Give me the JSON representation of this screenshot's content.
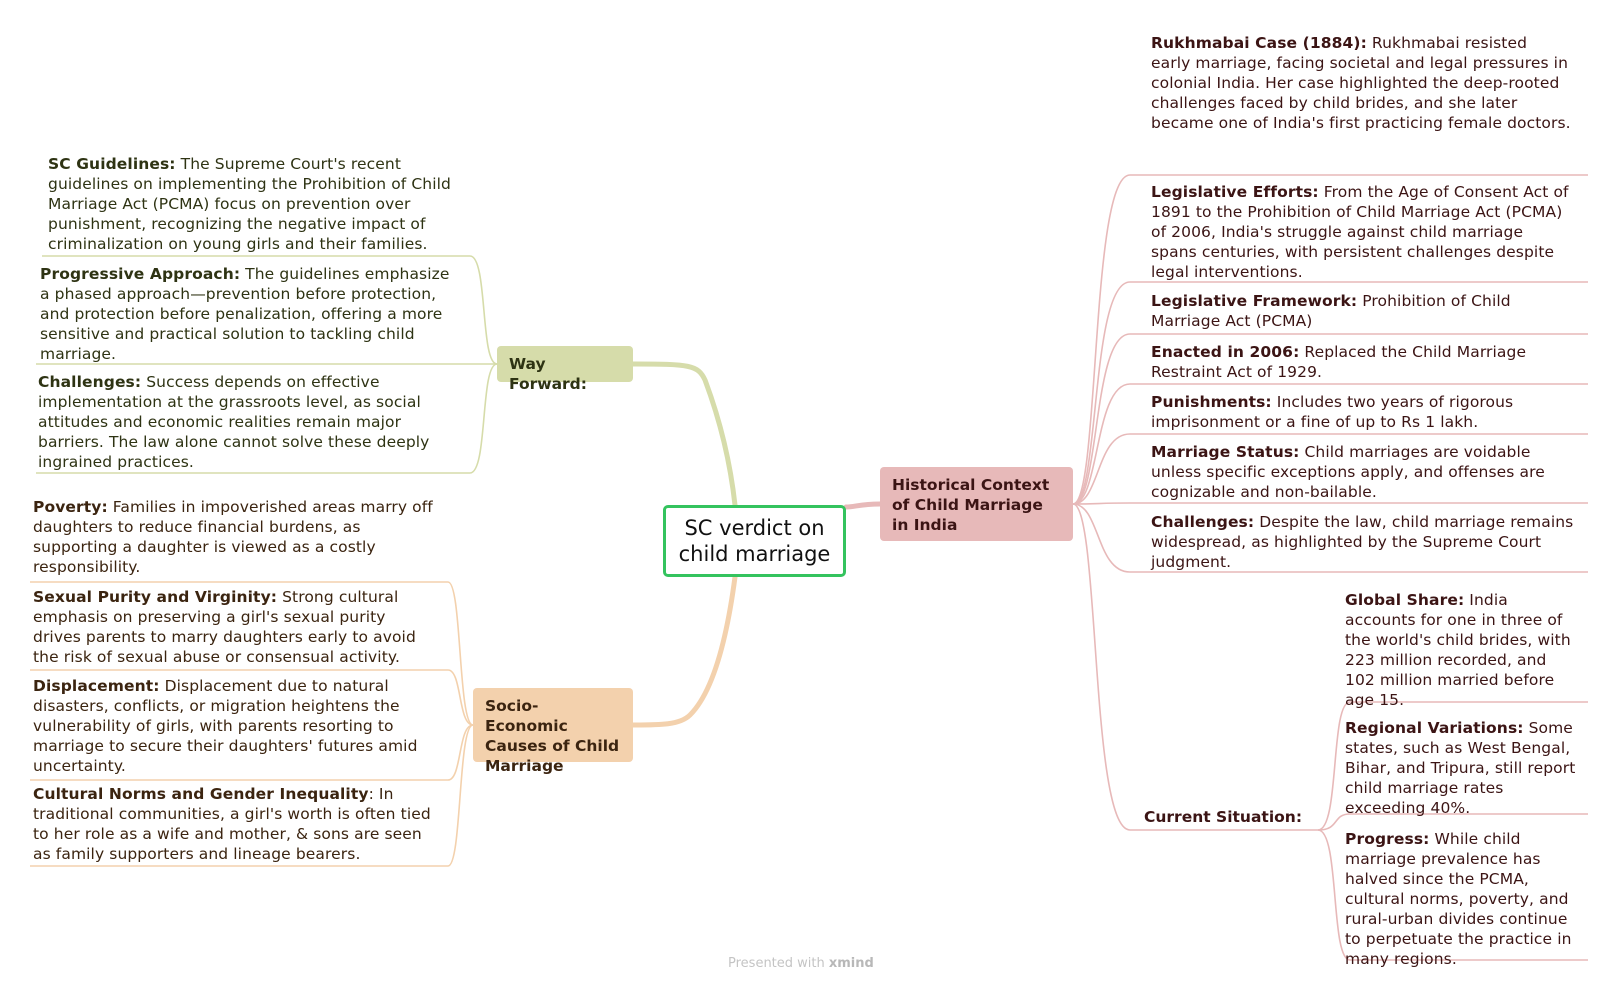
{
  "central_topic": "SC verdict on child marriage",
  "branches": {
    "historical": {
      "title": "Historical Context of Child Marriage in India",
      "items": [
        {
          "label": "Rukhmabai Case (1884):",
          "text": " Rukhmabai resisted early marriage, facing societal and legal pressures in colonial India. Her case highlighted the deep-rooted challenges faced by child brides, and she later became one of India's first practicing female doctors."
        },
        {
          "label": "Legislative Efforts:",
          "text": " From the Age of Consent Act of 1891 to the Prohibition of Child Marriage Act (PCMA) of 2006, India's struggle against child marriage spans centuries, with persistent challenges despite legal interventions."
        },
        {
          "label": "Legislative Framework:",
          "text": " Prohibition of Child Marriage Act (PCMA)"
        },
        {
          "label": "Enacted in 2006:",
          "text": " Replaced the Child Marriage Restraint Act of 1929."
        },
        {
          "label": "Punishments:",
          "text": " Includes two years of rigorous imprisonment or a fine of up to Rs 1 lakh."
        },
        {
          "label": "Marriage Status:",
          "text": " Child marriages are voidable unless specific exceptions apply, and offenses are cognizable and non-bailable."
        },
        {
          "label": "Challenges:",
          "text": " Despite the law, child marriage remains widespread, as highlighted by the Supreme Court judgment."
        }
      ],
      "current_situation": {
        "title": "Current Situation:",
        "items": [
          {
            "label": "Global Share:",
            "text": " India accounts for one in three of the world's child brides, with 223 million recorded, and 102 million married before age 15."
          },
          {
            "label": "Regional Variations:",
            "text": " Some states, such as West Bengal, Bihar, and Tripura, still report child marriage rates exceeding 40%."
          },
          {
            "label": "Progress:",
            "text": " While child marriage prevalence has halved since the PCMA, cultural norms, poverty, and rural-urban divides continue to perpetuate the practice in many regions."
          }
        ]
      }
    },
    "way_forward": {
      "title": "Way Forward:",
      "items": [
        {
          "label": "SC Guidelines:",
          "text": " The Supreme Court's recent guidelines on implementing the Prohibition of Child Marriage Act (PCMA) focus on prevention over punishment, recognizing the negative impact of criminalization on young girls and their families."
        },
        {
          "label": "Progressive Approach:",
          "text": " The guidelines emphasize a phased approach—prevention before protection, and protection before penalization, offering a more sensitive and practical solution to tackling child marriage."
        },
        {
          "label": "Challenges:",
          "text": " Success depends on effective implementation at the grassroots level, as social attitudes and economic realities remain major barriers. The law alone cannot solve these deeply ingrained practices."
        }
      ]
    },
    "socio_economic": {
      "title": "Socio-Economic Causes of Child Marriage",
      "items": [
        {
          "label": "Poverty:",
          "text": " Families in impoverished areas marry off daughters to reduce financial burdens, as supporting a daughter is viewed as a costly responsibility."
        },
        {
          "label": "Sexual Purity and Virginity:",
          "text": " Strong cultural emphasis on preserving a girl's sexual purity drives parents to marry daughters early to avoid the risk of sexual abuse or consensual activity."
        },
        {
          "label": "Displacement:",
          "text": " Displacement due to natural disasters, conflicts, or migration heightens the vulnerability of girls, with parents resorting to marriage to secure their daughters' futures amid uncertainty."
        },
        {
          "label": "Cultural Norms and Gender Inequality",
          "text": ": In traditional communities, a girl's worth is often tied to her role as a wife and mother, & sons are seen as family supporters and lineage bearers."
        }
      ]
    }
  },
  "footer": {
    "prefix": "Presented with ",
    "brand": "xmind"
  },
  "colors": {
    "central_border": "#34c35e",
    "historical": "#e7b9b9",
    "way_forward": "#d6dcaa",
    "socio_economic": "#f3d1ad"
  }
}
